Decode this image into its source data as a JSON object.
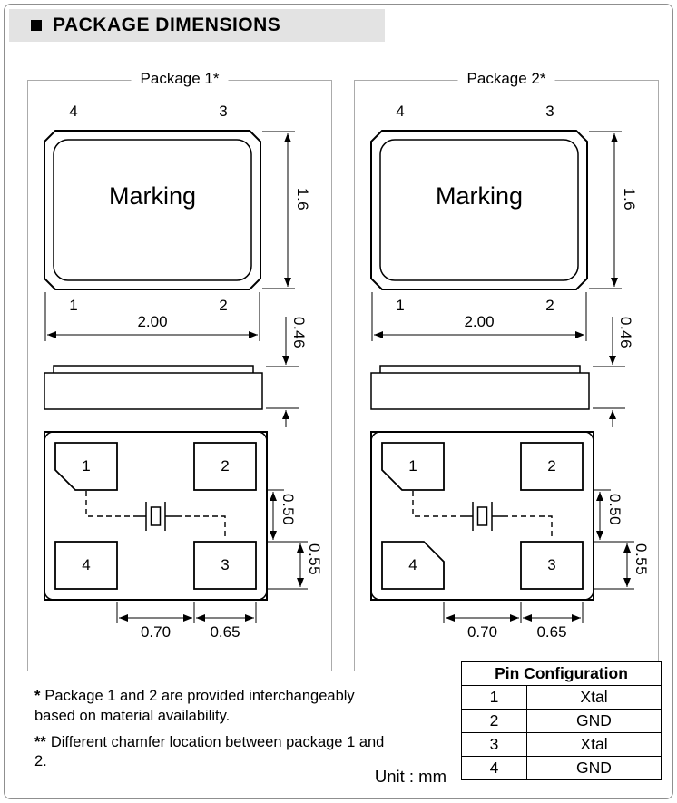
{
  "colors": {
    "header_background": "#e3e3e3",
    "line": "#000000",
    "panel_border": "#ababab"
  },
  "header": {
    "title": "PACKAGE DIMENSIONS"
  },
  "packages": [
    {
      "label": "Package 1*",
      "marking": "Marking",
      "pins": {
        "top_left": "4",
        "top_right": "3",
        "bottom_left": "1",
        "bottom_right": "2"
      },
      "pads": {
        "top_left": "1",
        "top_right": "2",
        "bottom_left": "4",
        "bottom_right": "3"
      },
      "dimensions": {
        "body_height": "1.6",
        "body_width": "2.00",
        "thickness": "0.46",
        "pad_gap_vertical": "0.50",
        "pad_height": "0.55",
        "pad_gap_horizontal": "0.70",
        "pad_width": "0.65"
      }
    },
    {
      "label": "Package 2*",
      "marking": "Marking",
      "pins": {
        "top_left": "4",
        "top_right": "3",
        "bottom_left": "1",
        "bottom_right": "2"
      },
      "pads": {
        "top_left": "1",
        "top_right": "2",
        "bottom_left": "4",
        "bottom_right": "3"
      },
      "dimensions": {
        "body_height": "1.6",
        "body_width": "2.00",
        "thickness": "0.46",
        "pad_gap_vertical": "0.50",
        "pad_height": "0.55",
        "pad_gap_horizontal": "0.70",
        "pad_width": "0.65"
      }
    }
  ],
  "notes": [
    {
      "marker": "*",
      "text": "Package 1 and 2 are provided interchangeably based on material availability."
    },
    {
      "marker": "**",
      "text": "Different chamfer location between package 1 and 2."
    }
  ],
  "pin_table": {
    "title": "Pin Configuration",
    "rows": [
      {
        "pin": "1",
        "function": "Xtal"
      },
      {
        "pin": "2",
        "function": "GND"
      },
      {
        "pin": "3",
        "function": "Xtal"
      },
      {
        "pin": "4",
        "function": "GND"
      }
    ]
  },
  "unit_label": "Unit : mm"
}
